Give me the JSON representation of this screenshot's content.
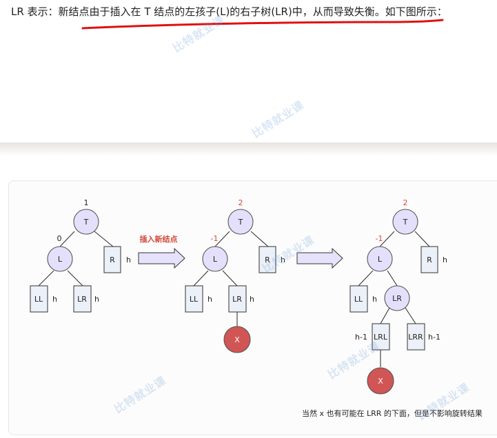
{
  "heading_text": "LR 表示：新结点由于插入在 T 结点的左孩子(L)的右子树(LR)中，从而导致失衡。如下图所示：",
  "diagram": {
    "arrow_label": "插入新结点",
    "caption": "当然 x 也有可能在 LRR 的下面，但是不影响旋转结果",
    "before": {
      "T": "T",
      "T_bf": "1",
      "L": "L",
      "L_bf": "0",
      "R": "R",
      "R_h": "h",
      "LL": "LL",
      "LL_h": "h",
      "LR": "LR",
      "LR_h": "h"
    },
    "after_insert": {
      "T": "T",
      "T_bf": "2",
      "L": "L",
      "L_bf": "-1",
      "R": "R",
      "R_h": "h",
      "LL": "LL",
      "LL_h": "h",
      "LR": "LR",
      "LR_h": "h",
      "X": "X"
    },
    "expanded": {
      "T": "T",
      "T_bf": "2",
      "L": "L",
      "L_bf": "-1",
      "R": "R",
      "R_h": "h",
      "LL": "LL",
      "LL_h": "h",
      "LR": "LR",
      "LRL": "LRL",
      "LRL_h": "h-1",
      "LRR": "LRR",
      "LRR_h": "h-1",
      "X": "X"
    }
  },
  "watermark_text": "比特就业课",
  "colors": {
    "node_fill": "#e4e0fb",
    "node_stroke": "#555555",
    "box_fill": "#ecf0f8",
    "x_fill": "#d25555",
    "bf_red": "#d24a3a",
    "arrow_fill": "#e7e2fb",
    "underline": "#e01010"
  }
}
